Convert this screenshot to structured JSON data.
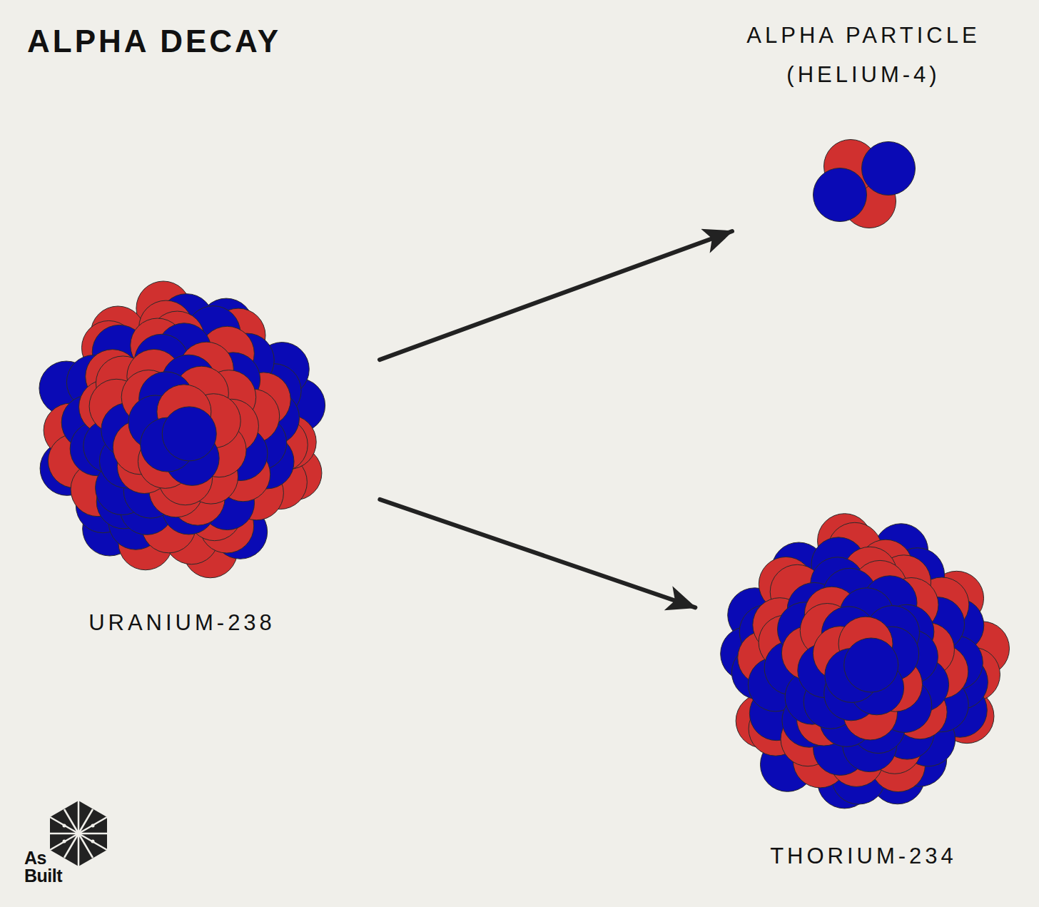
{
  "diagram": {
    "title": "ALPHA DECAY",
    "nodes": [
      {
        "text": [
          "URANIUM-238"
        ]
      },
      {
        "text": [
          "ALPHA PARTICLE (HELIUM-4)"
        ]
      },
      {
        "text": [
          "THORIUM-234"
        ]
      }
    ],
    "edges": [
      {
        "from": 0,
        "to": 1,
        "arrow": "to"
      },
      {
        "from": 0,
        "to": 2,
        "arrow": "to"
      }
    ],
    "labels": [
      "As Built"
    ]
  }
}
